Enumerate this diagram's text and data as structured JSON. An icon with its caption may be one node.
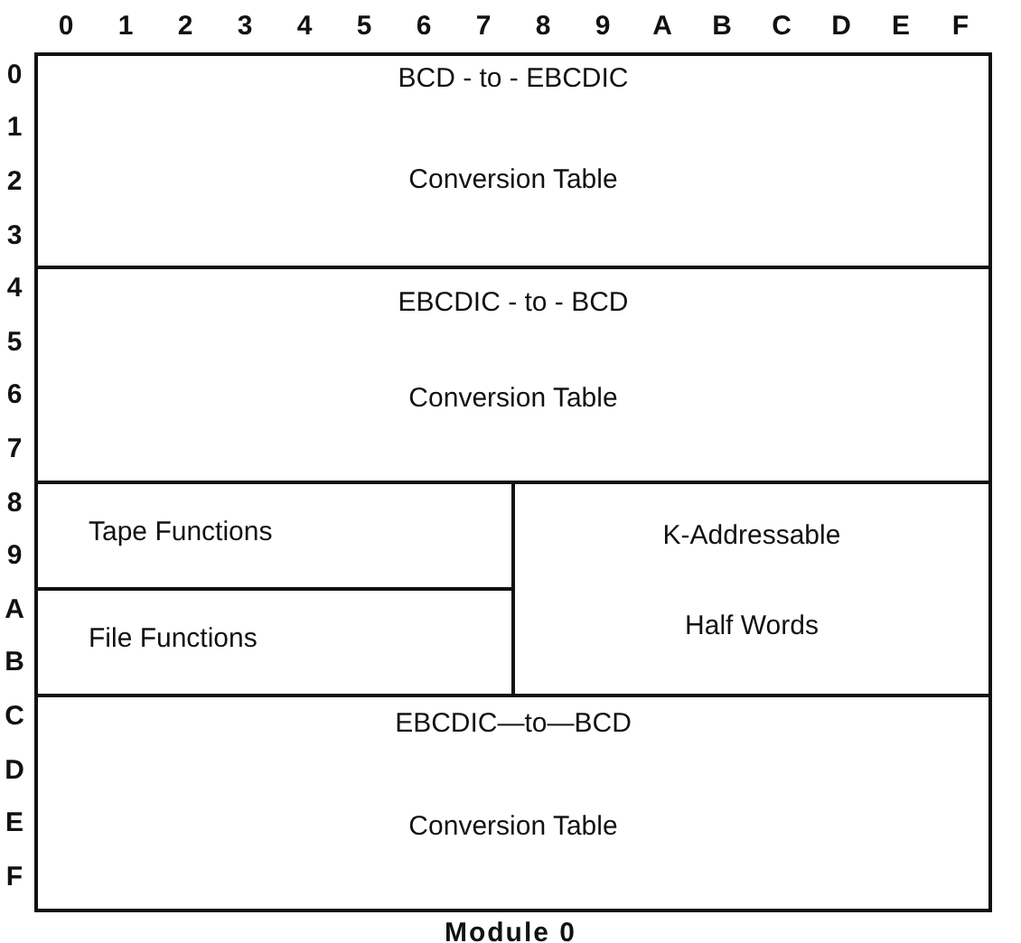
{
  "diagram": {
    "caption": "Module 0",
    "nodes": [
      {
        "text": [
          "BCD - to - EBCDIC",
          "Conversion Table"
        ]
      },
      {
        "text": [
          "EBCDIC - to - BCD",
          "Conversion Table"
        ]
      },
      {
        "text": [
          "Tape Functions"
        ]
      },
      {
        "text": [
          "File Functions"
        ]
      },
      {
        "text": [
          "K-Addressable",
          "Half Words"
        ]
      },
      {
        "text": [
          "EBCDIC—to—BCD",
          "Conversion Table"
        ]
      }
    ],
    "labels": [
      "0",
      "1",
      "2",
      "3",
      "4",
      "5",
      "6",
      "7",
      "8",
      "9",
      "A",
      "B",
      "C",
      "D",
      "E",
      "F",
      "0",
      "1",
      "2",
      "3",
      "4",
      "5",
      "6",
      "7",
      "8",
      "9",
      "A",
      "B",
      "C",
      "D",
      "E",
      "F"
    ]
  }
}
